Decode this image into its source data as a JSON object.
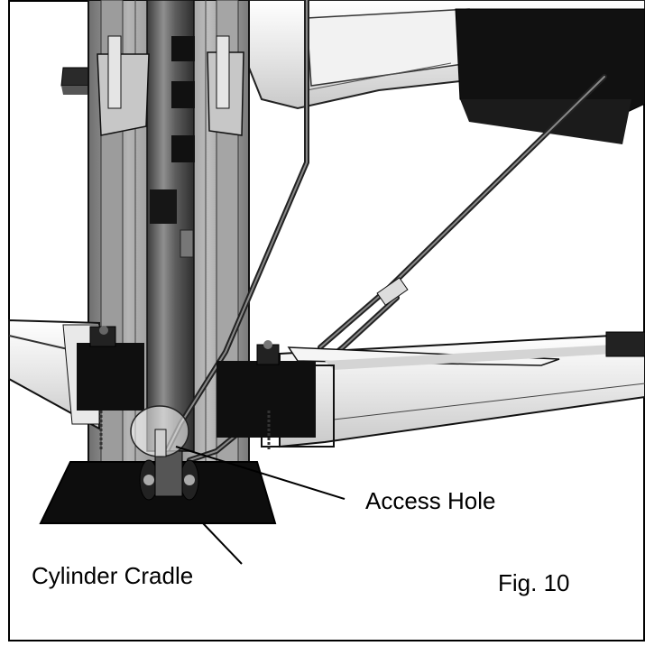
{
  "figure": {
    "callouts": {
      "access_hole": "Access Hole",
      "cylinder_cradle": "Cylinder Cradle"
    },
    "figure_number": "Fig. 10"
  }
}
